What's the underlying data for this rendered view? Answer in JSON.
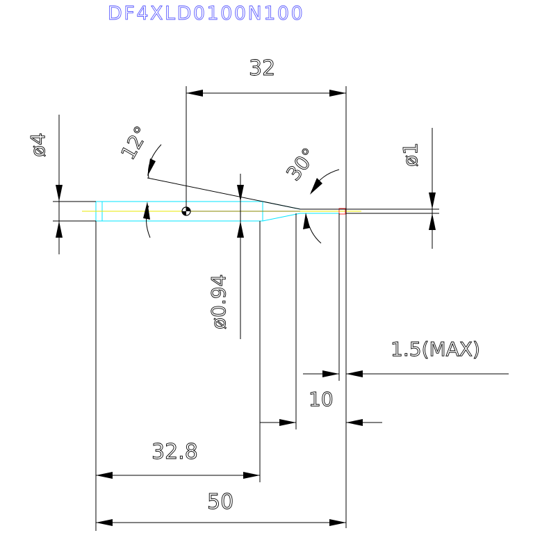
{
  "drawing": {
    "part_number": "DF4XLD0100N100",
    "dimensions": {
      "shank_length": "32",
      "shank_diameter": "ø4",
      "taper_angle": "12°",
      "tip_angle": "30°",
      "tip_diameter": "ø1",
      "neck_diameter": "ø0.94",
      "max_tip_length": "1.5(MAX)",
      "flute_length": "10",
      "body_length": "32.8",
      "overall_length": "50"
    },
    "colors": {
      "title": "#5a5aff",
      "dimension": "#000000",
      "tool_outline": "#00e5ff",
      "centerline": "#e8e800",
      "tip_mark": "#ff3333"
    }
  }
}
